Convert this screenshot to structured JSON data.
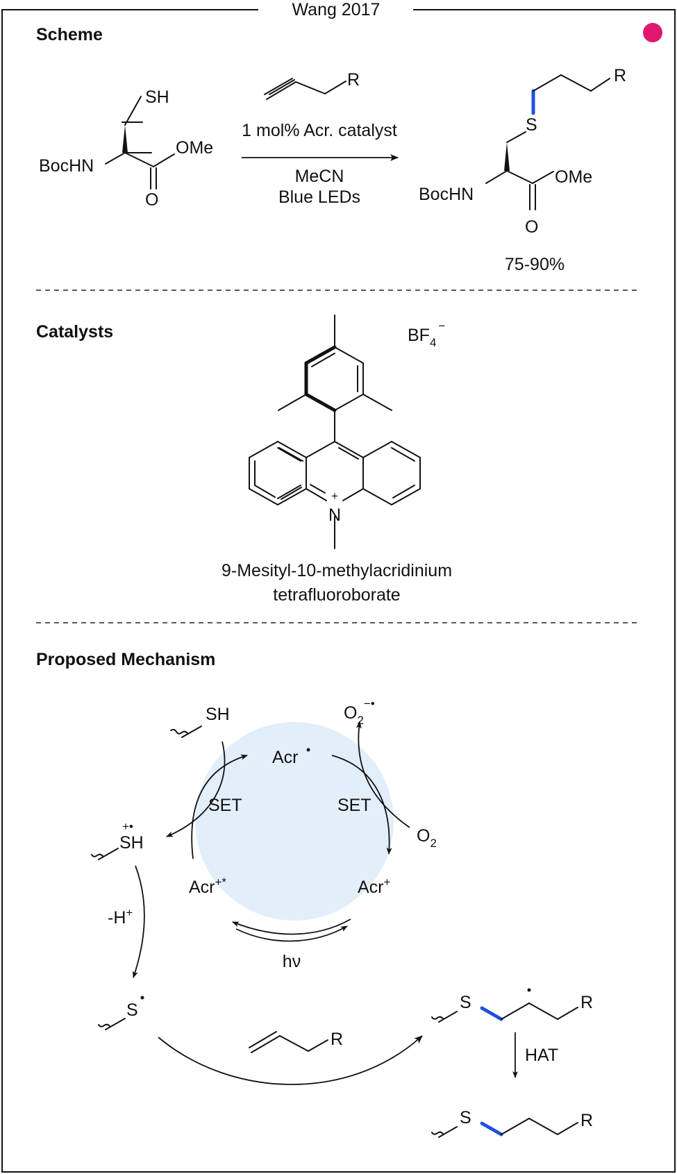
{
  "header": {
    "title": "Wang 2017"
  },
  "colors": {
    "accent_dot": "#e0176f",
    "cycle_fill": "#e3eefb",
    "highlight_bond": "#1f4fe0"
  },
  "scheme": {
    "title": "Scheme",
    "reactant_sh": "SH",
    "reactant_boc": "BocHN",
    "reactant_ome": "OMe",
    "reactant_o": "O",
    "alkene_r": "R",
    "condition_catalyst": "1 mol% Acr. catalyst",
    "condition_solvent": "MeCN",
    "condition_light": "Blue LEDs",
    "product_r": "R",
    "product_s": "S",
    "product_boc": "BocHN",
    "product_ome": "OMe",
    "product_o": "O",
    "yield": "75-90%"
  },
  "catalysts": {
    "title": "Catalysts",
    "counterion": "BF",
    "counterion_sub": "4",
    "counterion_sup": "−",
    "nitrogen": "N",
    "nitrogen_charge": "+",
    "name_line1": "9-Mesityl-10-methylacridinium",
    "name_line2": "tetrafluoroborate"
  },
  "mechanism": {
    "title": "Proposed Mechanism",
    "thiol": "SH",
    "radical_cation_sh": "SH",
    "radical_cation_charge": "+•",
    "deprotonation": "-H",
    "deprotonation_sup": "+",
    "thiyl_s": "S",
    "acr_radical": "Acr",
    "acr_excited": "Acr",
    "acr_excited_sup": "+*",
    "acr_ground": "Acr",
    "acr_ground_sup": "+",
    "set_left": "SET",
    "set_right": "SET",
    "superoxide": "O",
    "superoxide_sub": "2",
    "superoxide_sup": "−•",
    "oxygen": "O",
    "oxygen_sub": "2",
    "light": "hν",
    "alkene_r": "R",
    "carbon_radical_s": "S",
    "carbon_radical_r": "R",
    "hat": "HAT",
    "final_s": "S",
    "final_r": "R"
  }
}
